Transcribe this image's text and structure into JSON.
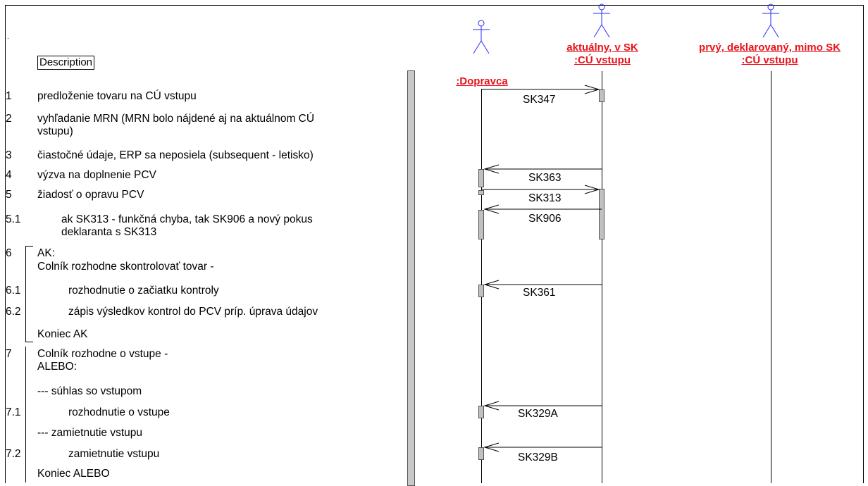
{
  "header": {
    "dot": ".",
    "description_label": "Description"
  },
  "lanes": [
    {
      "title_line1": "",
      "title_line2": ":Dopravca",
      "actor_icon": "actor-stick-figure-icon"
    },
    {
      "title_line1": "aktuálny, v SK",
      "title_line2": ":CÚ vstupu",
      "actor_icon": "actor-stick-figure-icon"
    },
    {
      "title_line1": "prvý, deklarovaný, mimo SK",
      "title_line2": ":CÚ vstupu",
      "actor_icon": "actor-stick-figure-icon"
    }
  ],
  "steps": [
    {
      "num": "1",
      "text": "predloženie tovaru na CÚ vstupu"
    },
    {
      "num": "2",
      "text": "vyhľadanie MRN (MRN bolo nájdené aj na aktuálnom CÚ",
      "text2": "vstupu)"
    },
    {
      "num": "3",
      "text": "čiastočné údaje, ERP sa neposiela (subsequent - letisko)"
    },
    {
      "num": "4",
      "text": "výzva na doplnenie PCV"
    },
    {
      "num": "5",
      "text": "žiadosť o opravu PCV"
    },
    {
      "num": "5.1",
      "text": "ak SK313 - funkčná chyba, tak SK906 a nový pokus",
      "text2": "deklaranta s SK313"
    },
    {
      "num": "6",
      "text": "AK:",
      "text2": "Colník rozhodne skontrolovať tovar -"
    },
    {
      "num": "6.1",
      "text": "rozhodnutie o začiatku kontroly"
    },
    {
      "num": "6.2",
      "text": "zápis výsledkov kontrol do PCV príp. úprava údajov"
    },
    {
      "num": "",
      "text": "Koniec AK"
    },
    {
      "num": "7",
      "text": "Colník rozhodne o vstupe -",
      "text2": "ALEBO:"
    },
    {
      "num": "",
      "text": "--- súhlas so vstupom"
    },
    {
      "num": "7.1",
      "text": "rozhodnutie o vstupe"
    },
    {
      "num": "",
      "text": "--- zamietnutie vstupu"
    },
    {
      "num": "7.2",
      "text": "zamietnutie vstupu"
    },
    {
      "num": "",
      "text": "Koniec ALEBO"
    }
  ],
  "messages": [
    "SK347",
    "SK363",
    "SK313",
    "SK906",
    "SK361",
    "SK329A",
    "SK329B"
  ],
  "colors": {
    "lane_title": "#e8141c",
    "actor": "#2a2aff",
    "activation": "#c0c0c0"
  }
}
